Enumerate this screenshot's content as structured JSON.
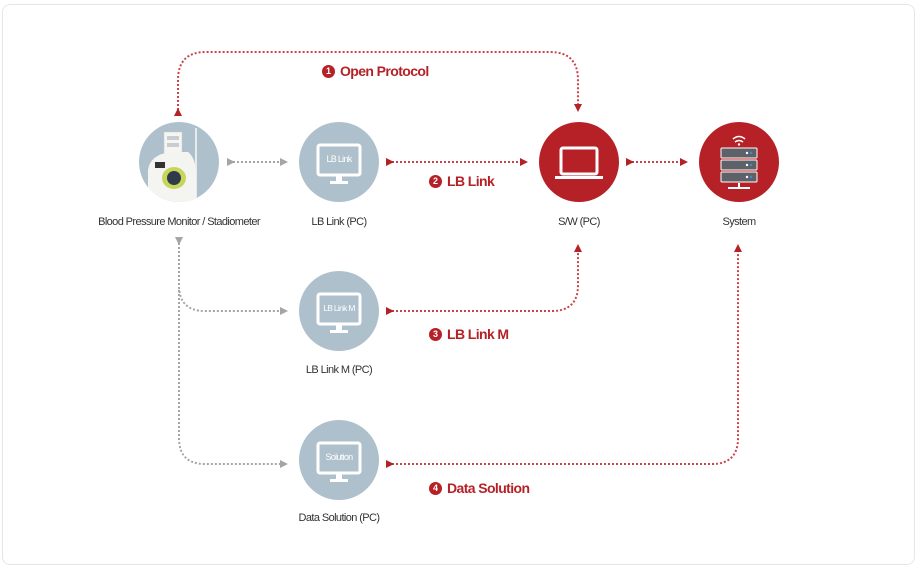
{
  "colors": {
    "accent": "#b52126",
    "node_gray": "#adc0cb",
    "arrow_gray": "#a5a5a5",
    "arrow_red": "#c9444a"
  },
  "nodes": {
    "device": {
      "label": "Blood Pressure Monitor / Stadiometer",
      "icon": "blood-pressure-monitor-photo"
    },
    "lblink": {
      "label": "LB Link (PC)",
      "screen_text": "LB Link",
      "icon": "monitor-icon"
    },
    "lblinkm": {
      "label": "LB Link M (PC)",
      "screen_text": "LB Link M",
      "icon": "monitor-icon"
    },
    "datasolution": {
      "label": "Data Solution (PC)",
      "screen_text": "Solution",
      "icon": "monitor-icon"
    },
    "swpc": {
      "label": "S/W (PC)",
      "icon": "laptop-icon"
    },
    "system": {
      "label": "System",
      "icon": "server-icon"
    }
  },
  "protocols": [
    {
      "num": "1",
      "label": "Open Protocol"
    },
    {
      "num": "2",
      "label": "LB Link"
    },
    {
      "num": "3",
      "label": "LB Link M"
    },
    {
      "num": "4",
      "label": "Data Solution"
    }
  ]
}
